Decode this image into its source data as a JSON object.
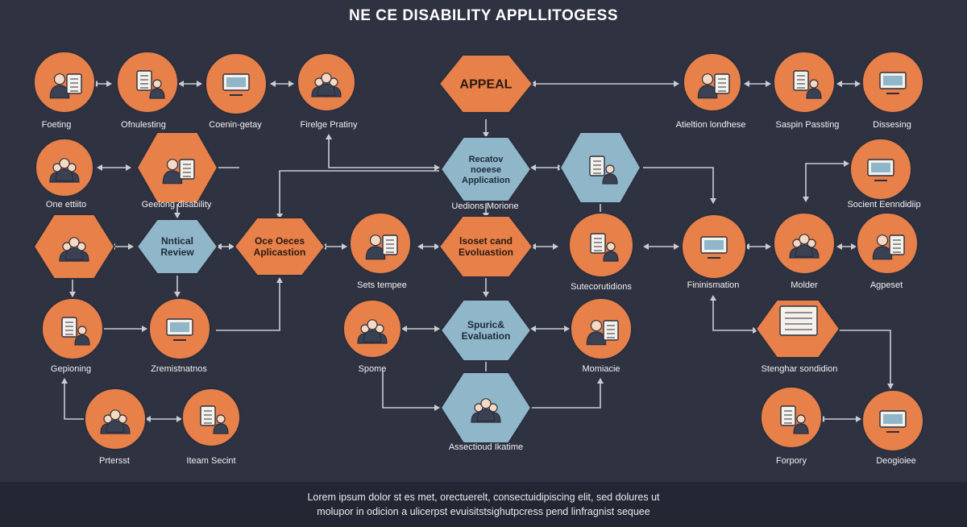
{
  "title": "NE CE DISABILITY APPLLITOGESS",
  "footer": {
    "line1": "Lorem ipsum dolor st es met, orectuerelt, consectuidipiscing elit, sed dolures ut",
    "line2": "molupor in odicion a ulicerpst evuisitstsighutpcress pend linfragnist sequee"
  },
  "colors": {
    "background": "#2e3241",
    "accent_orange": "#e8804a",
    "accent_blue": "#8fb6c9",
    "arrow": "#c9ccd3",
    "text": "#ffffff"
  },
  "hexes": [
    {
      "id": "appeal",
      "lines": [
        "APPEAL"
      ],
      "color": "orange"
    },
    {
      "id": "nutical-review",
      "lines": [
        "Nntical",
        "Review"
      ],
      "color": "blue"
    },
    {
      "id": "oce-oeces-application",
      "lines": [
        "Oce Oeces",
        "Aplicastion"
      ],
      "color": "orange"
    },
    {
      "id": "application",
      "lines": [
        "Recatov",
        "noeese",
        "Application"
      ],
      "color": "blue"
    },
    {
      "id": "evaluation",
      "lines": [
        "lsoset cand",
        "Evoluastion"
      ],
      "color": "orange"
    },
    {
      "id": "spuric-evaluation",
      "lines": [
        "Spuric&",
        "Evaluation"
      ],
      "color": "blue"
    }
  ],
  "labels": {
    "foeting": "Foeting",
    "ofnulesting": "Ofnulesting",
    "coenin_getay": "Coenin-getay",
    "firelge_pratiny": "Firelge Pratiny",
    "atieltion_londhese": "Atieltion londhese",
    "saspin_passting": "Saspin Passting",
    "dissesing": "Dissesing",
    "one_ettiito": "One ettiito",
    "geelong_disability": "Geelong disability",
    "uedions_morione": "Uedions Morione",
    "socient_enndidiip": "Socient Eenndidiip",
    "sets_tempee": "Sets tempee",
    "sutecorutidions": "Sutecorutidions",
    "fininismation": "Fininismation",
    "molder": "Molder",
    "agpeset": "Agpeset",
    "gepioning": "Gepioning",
    "zremistnatnos": "Zremistnatnos",
    "spome": "Spome",
    "momiacie": "Momiacie",
    "stenghar_sondlidion": "Stenghar sondidion",
    "prtersst": "Prtersst",
    "iteam_secint": "Iteam Secint",
    "assectioud_ikatime": "Assectioud Ikatime",
    "forpory": "Forpory",
    "deogioiee": "Deogioiee"
  },
  "icons": [
    "caregiver-icon",
    "document-review-icon",
    "medical-record-icon",
    "computer-desk-icon",
    "worker-walking-icon",
    "signing-document-icon",
    "clipboard-checklist-icon",
    "computer-user-icon",
    "team-shield-icon",
    "doctor-icon",
    "advisor-icon",
    "clock-gears-icon",
    "meeting-table-icon",
    "worker-group-icon",
    "healthcare-team-icon",
    "calendar-checklist-icon",
    "form-documents-icon",
    "medical-staff-icon",
    "support-icon",
    "paper-handoff-icon",
    "folder-stack-icon",
    "screening-icon",
    "conference-icon",
    "work-station-icon",
    "laptop-hands-icon",
    "family-icon",
    "globe-network-icon",
    "magnifier-form-icon"
  ]
}
